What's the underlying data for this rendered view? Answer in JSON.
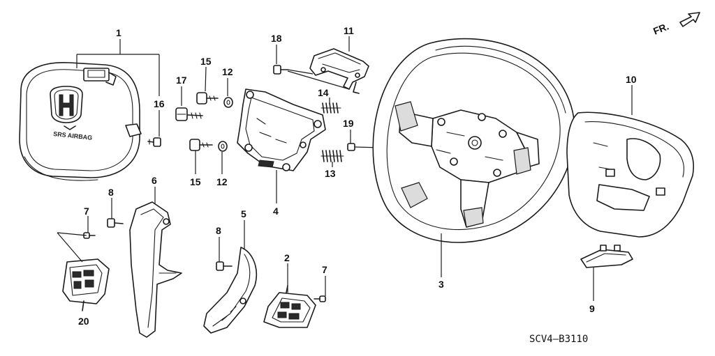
{
  "diagram": {
    "part_numbers": {
      "p1": "1",
      "p2": "2",
      "p3": "3",
      "p4": "4",
      "p5": "5",
      "p6": "6",
      "p7a": "7",
      "p7b": "7",
      "p8a": "8",
      "p8b": "8",
      "p9": "9",
      "p10": "10",
      "p11": "11",
      "p12a": "12",
      "p12b": "12",
      "p13": "13",
      "p14": "14",
      "p15a": "15",
      "p15b": "15",
      "p16": "16",
      "p17": "17",
      "p18": "18",
      "p19": "19",
      "p20": "20"
    },
    "direction_label": "FR.",
    "diagram_code": "SCV4–B3110",
    "airbag_label": "SRS AIRBAG"
  }
}
